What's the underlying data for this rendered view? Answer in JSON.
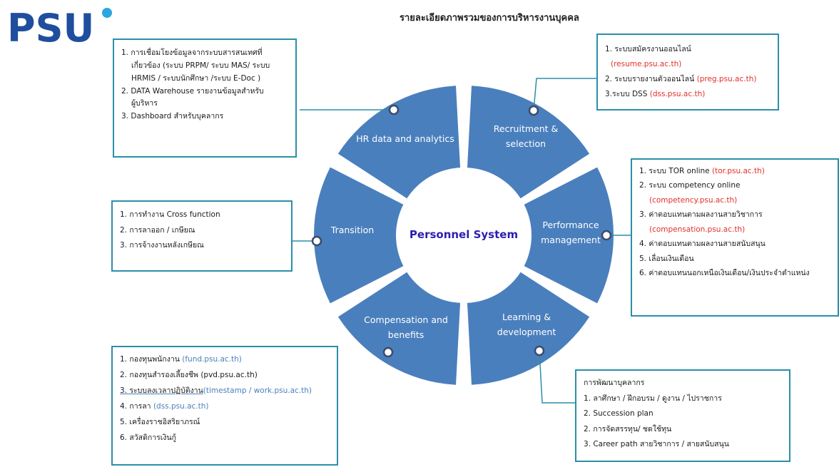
{
  "logo_text": "PSU",
  "title": "รายละเอียดภาพรวมของการบริหารงานบุคคล",
  "center": "Personnel System",
  "segments": {
    "hr": "HR data and analytics",
    "recruitment_1": "Recruitment &",
    "recruitment_2": "selection",
    "performance_1": "Performance",
    "performance_2": "management",
    "learning_1": "Learning &",
    "learning_2": "development",
    "compensation_1": "Compensation and",
    "compensation_2": "benefits",
    "transition": "Transition"
  },
  "boxes": {
    "hr": {
      "i1a": "1. การเชื่อมโยงข้อมูลจากระบบสารสนเทศที่",
      "i1b": "เกี่ยวข้อง (ระบบ PRPM/ ระบบ MAS/ ระบบ",
      "i1c": "HRMIS / ระบบนักศึกษา /ระบบ E-Doc )",
      "i2a": "2. DATA Warehouse รายงานข้อมูลสำหรับ",
      "i2b": "ผู้บริหาร",
      "i3": "3. Dashboard สำหรับบุคลากร"
    },
    "recruitment": {
      "i1": "1. ระบบสมัครงานออนไลน์",
      "i1_link": "(resume.psu.ac.th)",
      "i2": "2. ระบบรายงานตัวออนไลน์",
      "i2_link": "(preg.psu.ac.th)",
      "i3": "3.ระบบ DSS",
      "i3_link": "(dss.psu.ac.th)"
    },
    "performance": {
      "i1": "1. ระบบ TOR online",
      "i1_link": "(tor.psu.ac.th)",
      "i2": "2. ระบบ competency online",
      "i2_link": "(competency.psu.ac.th)",
      "i3": "3. ค่าตอบแทนตามผลงานสายวิชาการ",
      "i3_link": "(compensation.psu.ac.th)",
      "i4": "4. ค่าตอบแทนตามผลงานสายสนับสนุน",
      "i5": "5. เลื่อนเงินเดือน",
      "i6": "6. ค่าตอบแทนนอกเหนือเงินเดือน/เงินประจำตำแหน่ง"
    },
    "transition": {
      "i1": "1. การทำงาน Cross function",
      "i2": "2. การลาออก / เกษียณ",
      "i3": "3. การจ้างงานหลังเกษียณ"
    },
    "compensation": {
      "i1": "1. กองทุนพนักงาน",
      "i1_link": "(fund.psu.ac.th)",
      "i2": "2. กองทุนสำรองเลี้ยงชีพ",
      "i2_link": "(pvd.psu.ac.th)",
      "i3": "3. ระบบลงเวลาปฏิบัติงาน",
      "i3_link": "(timestamp / work.psu.ac.th)",
      "i4": "4. การลา",
      "i4_link": "(dss.psu.ac.th)",
      "i5": "5. เครื่องราชอิสริยาภรณ์",
      "i6": "6. สวัสดิการเงินกู้"
    },
    "learning": {
      "header": "การพัฒนาบุคลากร",
      "i1": "1. ลาศึกษา / ฝึกอบรม / ดูงาน / ไปราชการ",
      "i2": "2. Succession plan",
      "i3": "2. การจัดสรรทุน/ ชดใช้ทุน",
      "i4": "3. Career path สายวิชาการ / สายสนับสนุน"
    }
  },
  "colors": {
    "segment": "#4a7fbd",
    "box_border": "#2b8fa8",
    "link": "#e0302a",
    "center_text": "#2b1fb0",
    "logo": "#1f4e9e",
    "logo_dot": "#2aa7df"
  }
}
